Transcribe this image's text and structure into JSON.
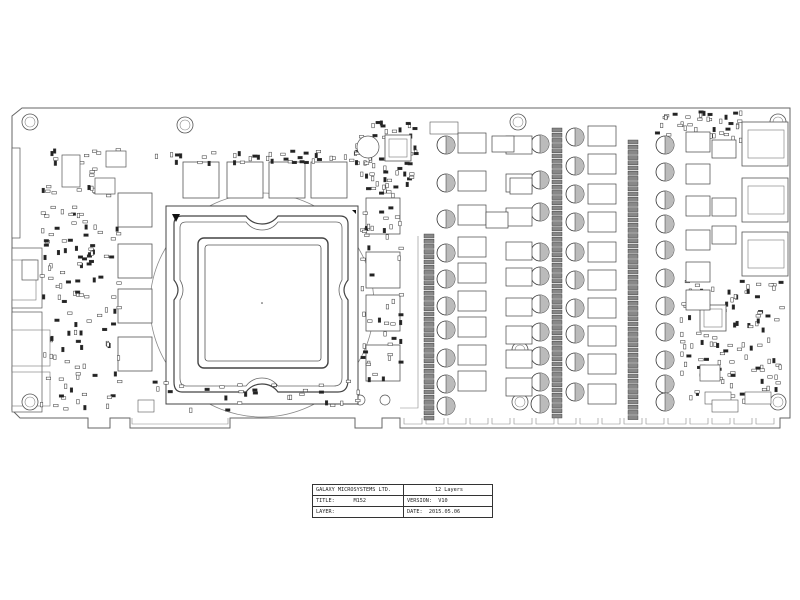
{
  "title_block": {
    "company": "GALAXY MICROSYSTEMS LTD.",
    "layers": "12 Layers",
    "title_label": "TITLE:",
    "title_value": "M152",
    "version_label": "VERSION:",
    "version_value": "V10",
    "layer_label": "LAYER:",
    "date_label": "DATE:",
    "date_value": "2015.05.06"
  },
  "colors": {
    "line": "#555555",
    "line_dark": "#222222",
    "component_fill": "#ffffff",
    "background": "#ffffff"
  }
}
